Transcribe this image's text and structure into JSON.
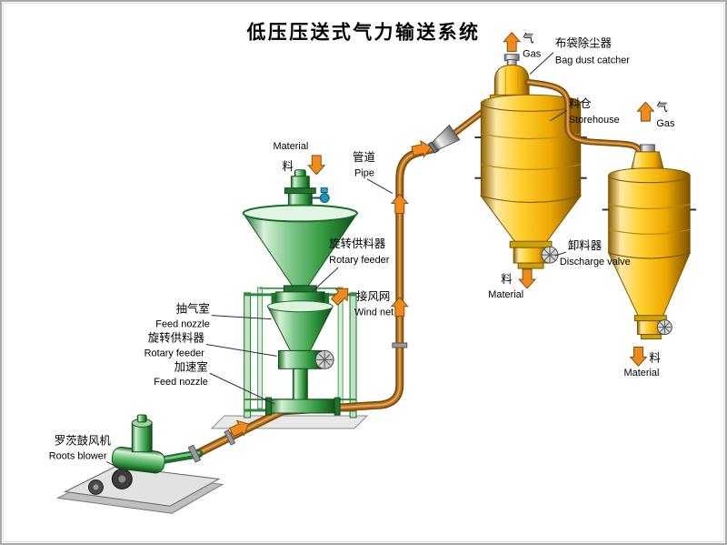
{
  "title": "低压压送式气力输送系统",
  "colors": {
    "green": "#2f963c",
    "yellow": "#f5b800",
    "pipe": "#b5731c",
    "arrow": "#ef8a1c"
  },
  "feed": {
    "material_en": "Material",
    "material_cn": "料"
  },
  "pipe_label": {
    "cn": "管道",
    "en": "Pipe"
  },
  "hopper": {
    "rotary_feeder_upper_cn": "旋转供料器",
    "rotary_feeder_upper_en": "Rotary feeder",
    "wind_net_cn": "接风网",
    "wind_net_en": "Wind net",
    "suction_cn": "抽气室",
    "suction_en": "Feed nozzle",
    "rotary_feeder_lower_cn": "旋转供料器",
    "rotary_feeder_lower_en": "Rotary feeder",
    "accel_cn": "加速室",
    "accel_en": "Feed nozzle"
  },
  "silo1": {
    "gas_cn": "气",
    "gas_en": "Gas",
    "dust_cn": "布袋除尘器",
    "dust_en": "Bag dust catcher",
    "store_cn": "料仓",
    "store_en": "Storehouse",
    "discharge_cn": "卸料器",
    "discharge_en": "Discharge valve",
    "material_cn": "料",
    "material_en": "Material"
  },
  "silo2": {
    "gas_cn": "气",
    "gas_en": "Gas",
    "material_cn": "料",
    "material_en": "Material"
  },
  "blower": {
    "cn": "罗茨鼓风机",
    "en": "Roots blower"
  }
}
